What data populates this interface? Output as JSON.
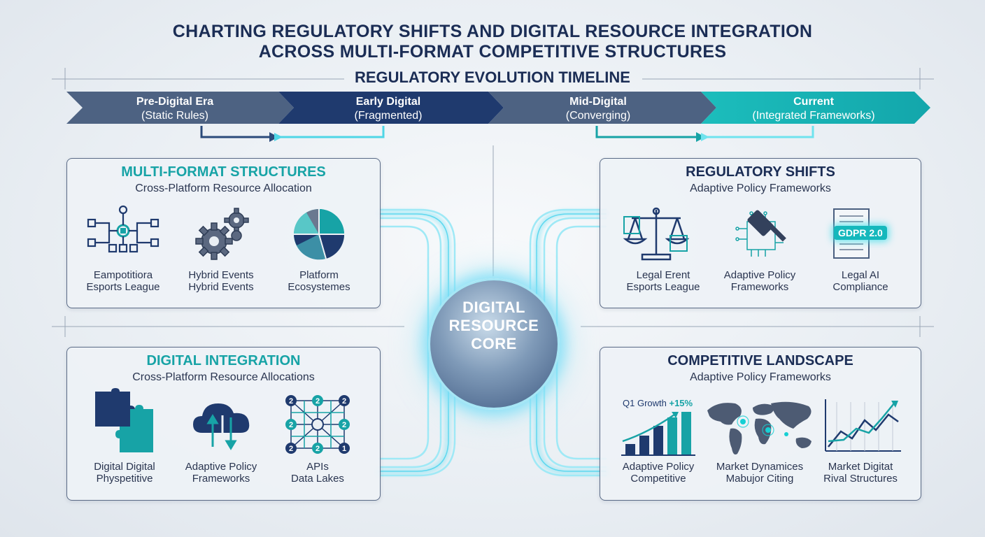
{
  "title": {
    "line1": "CHARTING REGULATORY SHIFTS AND DIGITAL RESOURCE INTEGRATION",
    "line2": "ACROSS MULTI-FORMAT COMPETITIVE STRUCTURES"
  },
  "timeline": {
    "title": "REGULATORY EVOLUTION TIMELINE",
    "stages": [
      {
        "name": "Pre-Digital Era",
        "desc": "(Static Rules)",
        "color": "#4a5f80"
      },
      {
        "name": "Early Digital",
        "desc": "(Fragmented)",
        "color": "#1f3a6e"
      },
      {
        "name": "Mid-Digital",
        "desc": "(Converging)",
        "color": "#4a5f80"
      },
      {
        "name": "Current",
        "desc": "(Integrated Frameworks)",
        "color": "#17b3b0"
      }
    ]
  },
  "core": {
    "line1": "DIGITAL",
    "line2": "RESOURCE",
    "line3": "CORE"
  },
  "panels": {
    "multi": {
      "title": "MULTI-FORMAT STRUCTURES",
      "subtitle": "Cross-Platform Resource Allocation",
      "items": [
        {
          "icon": "network-hierarchy-icon",
          "line1": "Eampotitiora",
          "line2": "Esports League"
        },
        {
          "icon": "gears-icon",
          "line1": "Hybrid Events",
          "line2": "Hybrid Events"
        },
        {
          "icon": "pie-chart-icon",
          "line1": "Platform",
          "line2": "Ecosystemes"
        }
      ]
    },
    "reg": {
      "title": "REGULATORY SHIFTS",
      "subtitle": "Adaptive Policy Frameworks",
      "items": [
        {
          "icon": "scales-icon",
          "line1": "Legal Erent",
          "line2": "Esports League"
        },
        {
          "icon": "gavel-chip-icon",
          "line1": "Adaptive Policy",
          "line2": "Frameworks"
        },
        {
          "icon": "document-icon",
          "badge": "GDPR 2.0",
          "line1": "Legal AI",
          "line2": "Compliance"
        }
      ]
    },
    "digital": {
      "title": "DIGITAL INTEGRATION",
      "subtitle": "Cross-Platform Resource Allocations",
      "items": [
        {
          "icon": "puzzle-icon",
          "line1": "Digital Digital",
          "line2": "Physpetitive"
        },
        {
          "icon": "cloud-sync-icon",
          "line1": "Adaptive Policy",
          "line2": "Frameworks"
        },
        {
          "icon": "node-grid-icon",
          "line1": "APIs",
          "line2": "Data Lakes",
          "node_labels": [
            "2",
            "2",
            "2",
            "2",
            "2",
            "2",
            "2",
            "1"
          ]
        }
      ]
    },
    "comp": {
      "title": "COMPETITIVE LANDSCAPE",
      "subtitle": "Adaptive Policy Frameworks",
      "items": [
        {
          "icon": "bar-growth-icon",
          "caption": "Q1 Growth",
          "delta": "+15%",
          "line1": "Adaptive Policy",
          "line2": "Competitive"
        },
        {
          "icon": "world-map-icon",
          "line1": "Market Dynamices",
          "line2": "Mabujor Citing"
        },
        {
          "icon": "line-chart-icon",
          "line1": "Market Digitat",
          "line2": "Rival Structures"
        }
      ]
    }
  },
  "colors": {
    "navy": "#1b2d55",
    "teal": "#17a3a6",
    "slate": "#4a5f80",
    "glow": "#7fe0f2"
  }
}
